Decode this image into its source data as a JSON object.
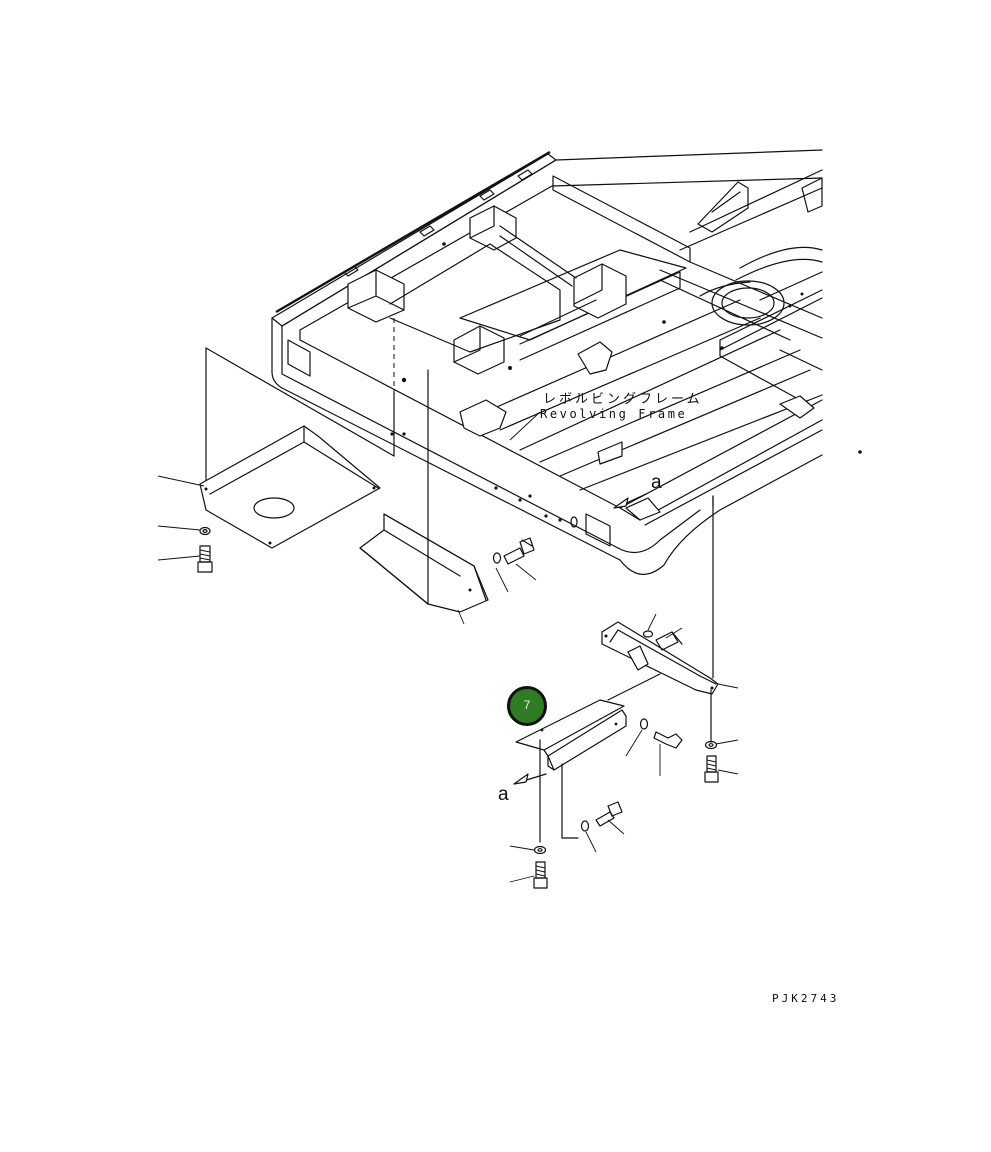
{
  "frame_label": {
    "japanese": "レボルビングフレーム",
    "english": "Revolving Frame"
  },
  "view_markers": {
    "upper": "a",
    "lower": "a"
  },
  "drawing_code": "PJK2743",
  "callout": {
    "number": "7",
    "color": "#2e7d22"
  }
}
